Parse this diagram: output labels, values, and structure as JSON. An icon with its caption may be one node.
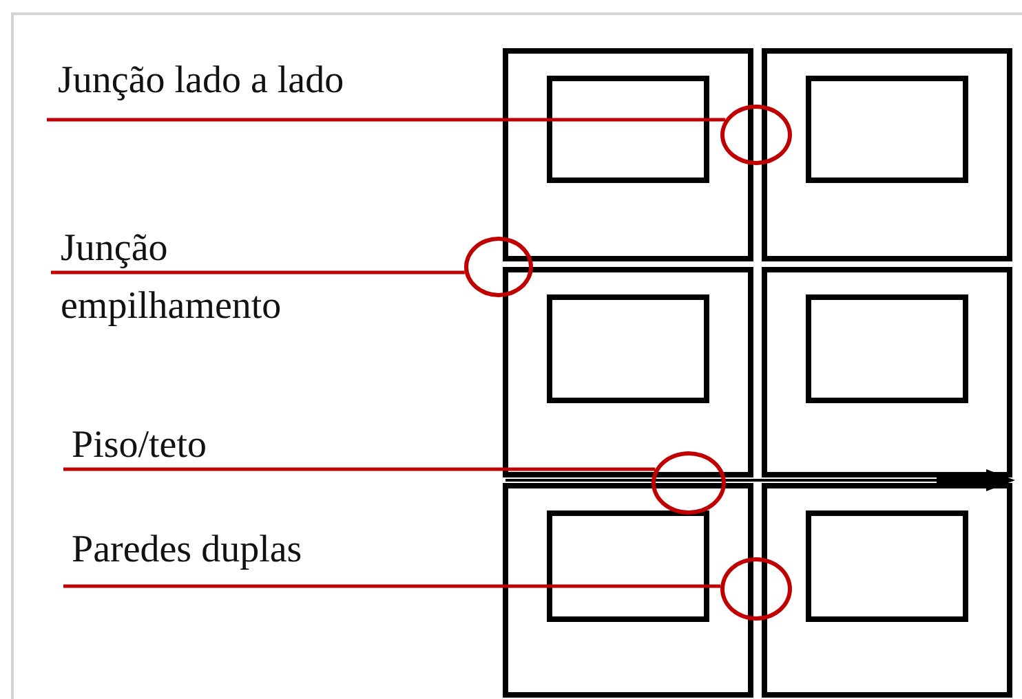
{
  "diagram": {
    "nodes": [
      {
        "text": [
          "Junção lado a lado"
        ]
      },
      {
        "text": [
          "Junção empilhamento"
        ]
      },
      {
        "text": [
          "Piso/teto"
        ]
      },
      {
        "text": [
          "Paredes duplas"
        ]
      },
      {
        "text": [],
        "shape": "circle"
      },
      {
        "text": [],
        "shape": "circle"
      },
      {
        "text": [],
        "shape": "circle"
      },
      {
        "text": [],
        "shape": "circle"
      }
    ],
    "edges": [
      {
        "from": 0,
        "to": 4,
        "arrow": "none"
      },
      {
        "from": 1,
        "to": 5,
        "arrow": "none"
      },
      {
        "from": 2,
        "to": 6,
        "arrow": "none"
      },
      {
        "from": 3,
        "to": 7,
        "arrow": "none"
      }
    ]
  }
}
